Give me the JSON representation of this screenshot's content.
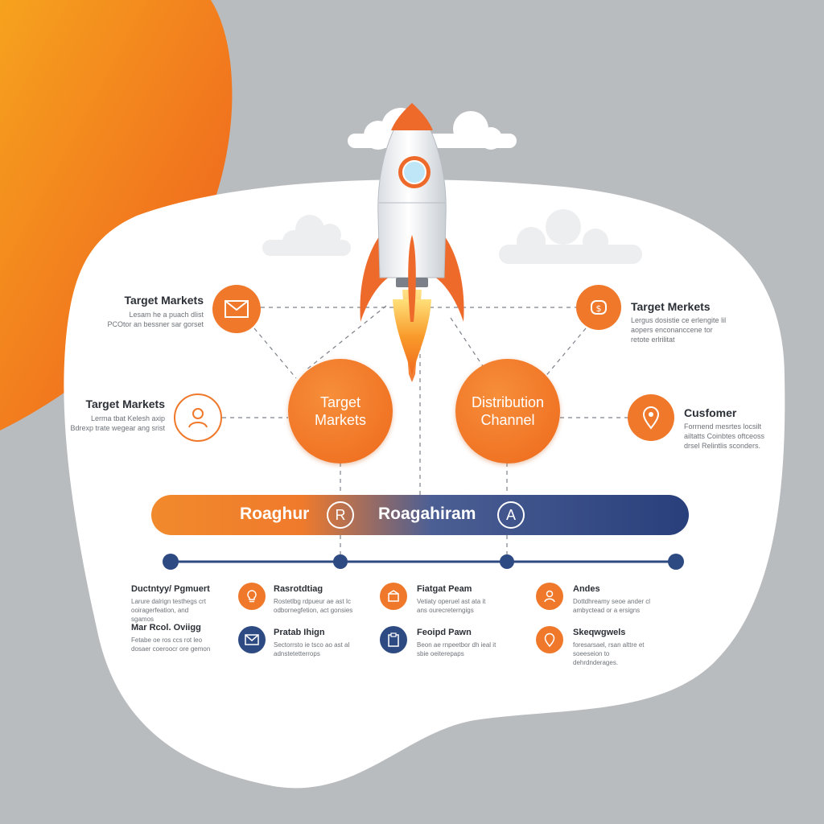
{
  "nodes": {
    "top_left": {
      "title": "Target Markets",
      "desc": "Lesam he a puach dlist PCOtor an bessner sar gorset",
      "icon": "envelope-icon"
    },
    "mid_left": {
      "title": "Target Markets",
      "desc": "Lerma tbat Kelesh axip Bdrexp trate wegear ang srist",
      "icon": "user-icon"
    },
    "top_right": {
      "title": "Target Merkets",
      "desc": "Lergus dosistie ce erlengite lil aopers enconanccene tor retote erlrilitat",
      "icon": "money-bag-icon"
    },
    "mid_right": {
      "title": "Cusfomer",
      "desc": "Forrnend mesrtes locsilt ailtatts Coinbtes oftceoss drsel Relintlis sconders.",
      "icon": "location-pin-icon"
    }
  },
  "centers": {
    "left": "Target\nMarkets",
    "right": "Distribution\nChannel"
  },
  "roadmap": {
    "left_label": "Roaghur",
    "left_badge": "R",
    "right_label": "Roagahiram",
    "right_badge": "A"
  },
  "bottom_left": [
    {
      "title": "Ductntyy/ Pgmuert",
      "desc": "Larure dalrign testhegs crt ooiragerfeation, and sgamos"
    },
    {
      "title": "Mar Rcol. Oviigg",
      "desc": "Fetabe oe ros ccs rot leo dosaer coeroocr ore gemon"
    }
  ],
  "grid": [
    {
      "title": "Rasrotdtiag",
      "desc": "Rostetlbg rdpueur ae ast Ic odbornegfetion, act gonsies",
      "icon": "lightbulb-icon",
      "color": "orange"
    },
    {
      "title": "Fiatgat Peam",
      "desc": "Vetiaty operuel ast ata it ans ourecreterngigs",
      "icon": "box-icon",
      "color": "orange"
    },
    {
      "title": "Andes",
      "desc": "Dottdhreamy seoe ander cl ambyctead or a ersigns",
      "icon": "person-icon",
      "color": "orange"
    },
    {
      "title": "Pratab Ihign",
      "desc": "Sectorrsto ie tsco ao ast al adnstetetterrops",
      "icon": "envelope-icon",
      "color": "blue"
    },
    {
      "title": "Feoipd Pawn",
      "desc": "Beon ae rnpeetbor dh ieal it sbie oeiterepaps",
      "icon": "clipboard-icon",
      "color": "blue"
    },
    {
      "title": "Skeqwgwels",
      "desc": "foresarsael, rsan alttre et soeeseion to dehrdnderages.",
      "icon": "location-pin-icon",
      "color": "orange"
    }
  ]
}
